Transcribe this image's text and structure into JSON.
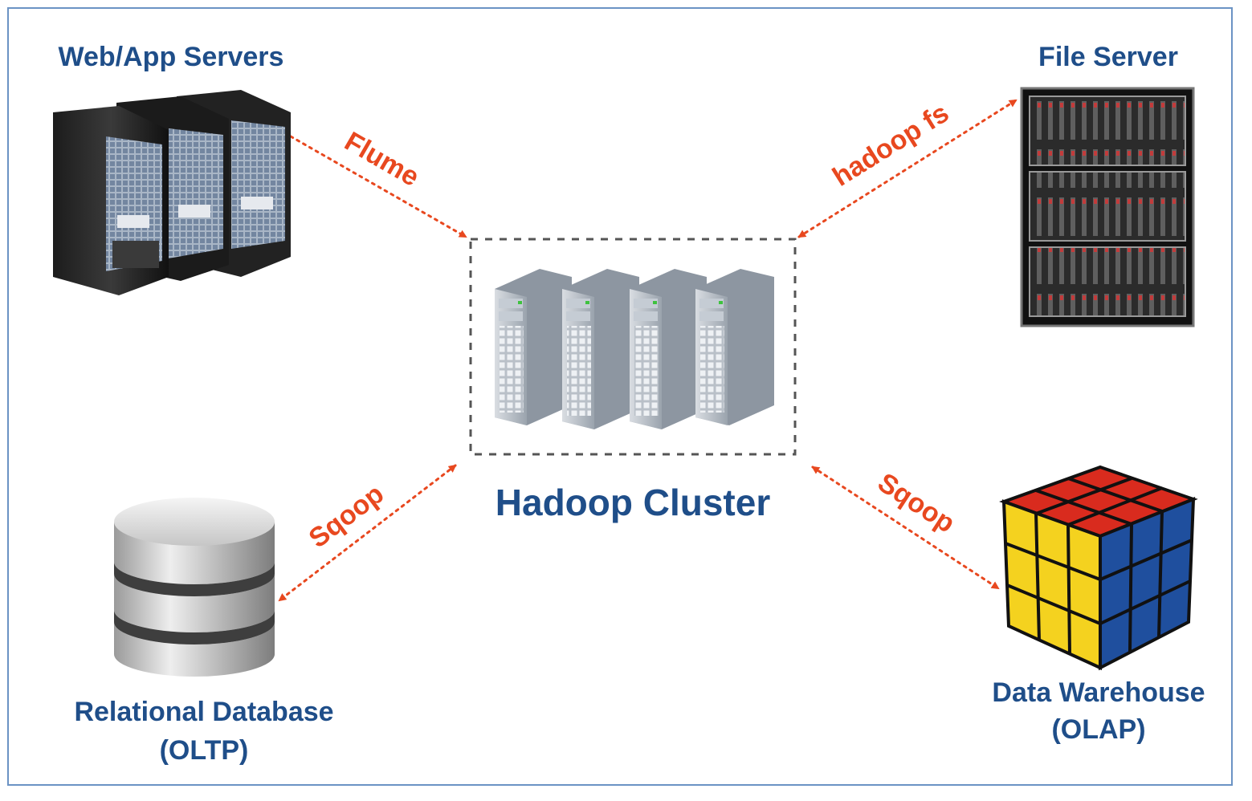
{
  "nodes": {
    "web_app_servers": {
      "label": "Web/App Servers"
    },
    "file_server": {
      "label": "File Server"
    },
    "hadoop_cluster": {
      "label": "Hadoop Cluster"
    },
    "relational_database": {
      "label_line1": "Relational Database",
      "label_line2": "(OLTP)"
    },
    "data_warehouse": {
      "label_line1": "Data Warehouse",
      "label_line2": "(OLAP)"
    }
  },
  "edges": {
    "flume": {
      "label": "Flume",
      "from": "Web/App Servers",
      "to": "Hadoop Cluster"
    },
    "hadoop_fs": {
      "label": "hadoop fs",
      "from": "Hadoop Cluster",
      "to": "File Server",
      "bidirectional": true
    },
    "sqoop_rdbms": {
      "label": "Sqoop",
      "from": "Hadoop Cluster",
      "to": "Relational Database",
      "bidirectional": true
    },
    "sqoop_dw": {
      "label": "Sqoop",
      "from": "Hadoop Cluster",
      "to": "Data Warehouse",
      "bidirectional": true
    }
  },
  "colors": {
    "label_blue": "#1f4e89",
    "arrow_red": "#e8481f",
    "frame_blue": "#6b93c4",
    "cube_red": "#d92b1e",
    "cube_yellow": "#f4d21f",
    "cube_blue": "#1f4f9e"
  },
  "icons": {
    "web_app_servers": "tower-servers-icon",
    "file_server": "rack-server-icon",
    "hadoop_cluster": "server-cluster-icon",
    "relational_database": "database-cylinder-icon",
    "data_warehouse": "olap-cube-icon"
  }
}
